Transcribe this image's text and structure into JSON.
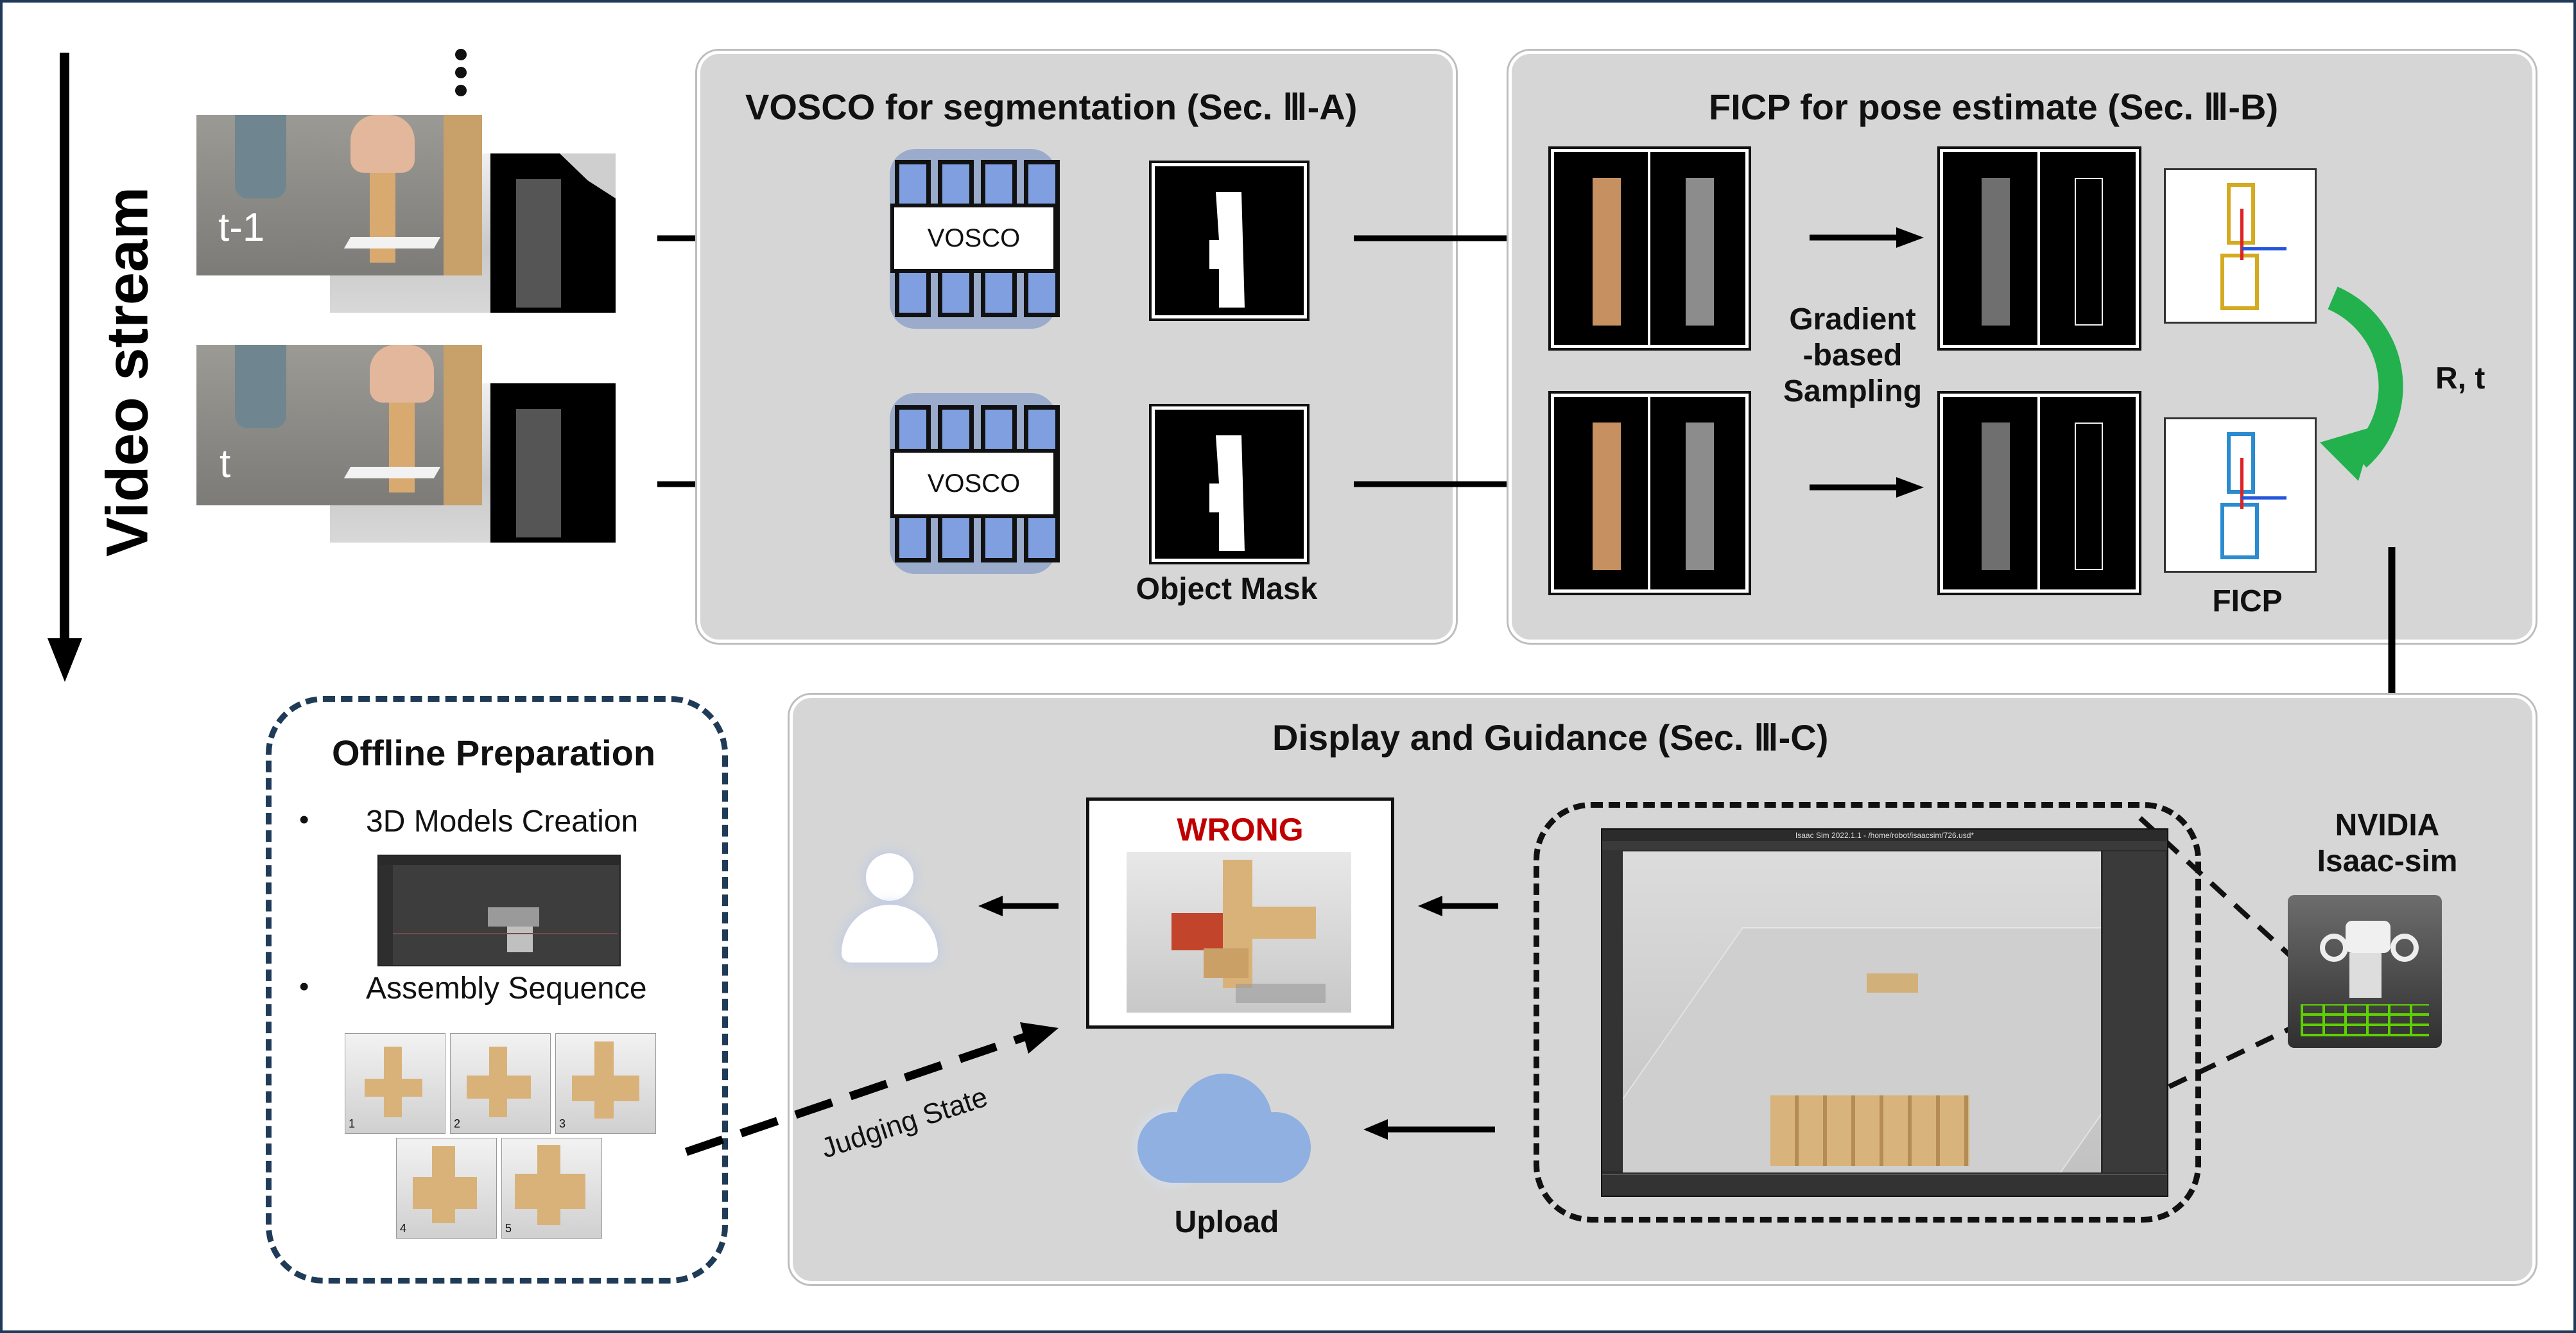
{
  "video_stream": {
    "label": "Video stream",
    "frames": [
      {
        "label": "t-1"
      },
      {
        "label": "t"
      }
    ]
  },
  "vosco_panel": {
    "title": "VOSCO for segmentation  (Sec. Ⅲ-A)",
    "encoder_label": "VOSCO",
    "mask_label": "Object Mask"
  },
  "ficp_panel": {
    "title": "FICP for pose estimate  (Sec. Ⅲ-B)",
    "sampling_label_lines": [
      "Gradient",
      "-based",
      "Sampling"
    ],
    "ficp_label": "FICP",
    "transform_label": "R,  t"
  },
  "display_panel": {
    "title": "Display and Guidance  (Sec. Ⅲ-C)",
    "status_text": "WRONG",
    "upload_label": "Upload",
    "judging_label": "Judging State"
  },
  "isaac": {
    "label_lines": [
      "NVIDIA",
      "Isaac-sim"
    ],
    "window_title": "Isaac Sim 2022.1.1 - /home/robot/isaacsim/726.usd*"
  },
  "offline": {
    "title": "Offline Preparation",
    "items": [
      "3D Models Creation",
      "Assembly Sequence"
    ],
    "sequence_numbers": [
      "1",
      "2",
      "3",
      "4",
      "5"
    ]
  },
  "colors": {
    "accent_green": "#22b14c",
    "status_red": "#c00000",
    "encoder_blue": "#7f9fe0",
    "panel_gray": "#d6d6d6",
    "border_navy": "#1f3b57"
  }
}
